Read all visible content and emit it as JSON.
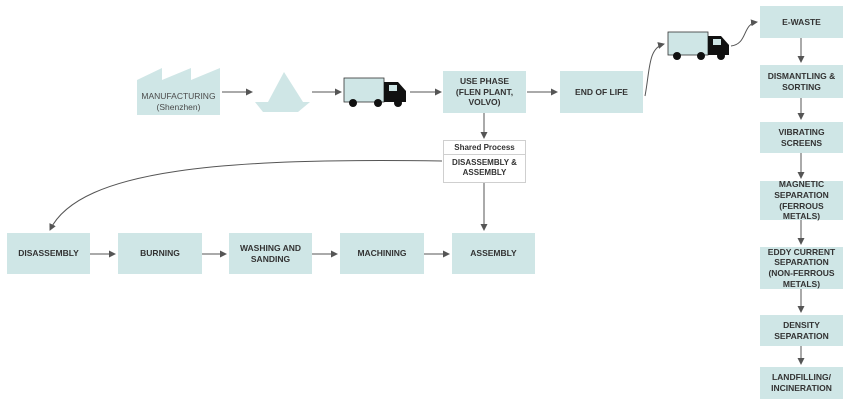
{
  "manufacturing": {
    "label": "MANUFACTURING",
    "sub": "(Shenzhen)"
  },
  "use_phase": {
    "line1": "USE PHASE",
    "line2": "(FLEN PLANT, VOLVO)"
  },
  "end_of_life": "END OF LIFE",
  "shared_process": {
    "title": "Shared Process",
    "line1": "DISASSEMBLY &",
    "line2": "ASSEMBLY"
  },
  "reman_steps": [
    "DISASSEMBLY",
    "BURNING",
    "WASHING AND\nSANDING",
    "MACHINING",
    "ASSEMBLY"
  ],
  "ewaste_steps": [
    "E-WASTE",
    "DISMANTLING &\nSORTING",
    "VIBRATING SCREENS",
    "MAGNETIC\nSEPARATION\n(FERROUS METALS)",
    "EDDY CURRENT\nSEPARATION\n(NON-FERROUS\nMETALS)",
    "DENSITY SEPARATION",
    "LANDFILLING/\nINCINERATION"
  ],
  "colors": {
    "box": "#cfe6e6",
    "icon": "#cfe6e6",
    "arrow": "#555555"
  }
}
